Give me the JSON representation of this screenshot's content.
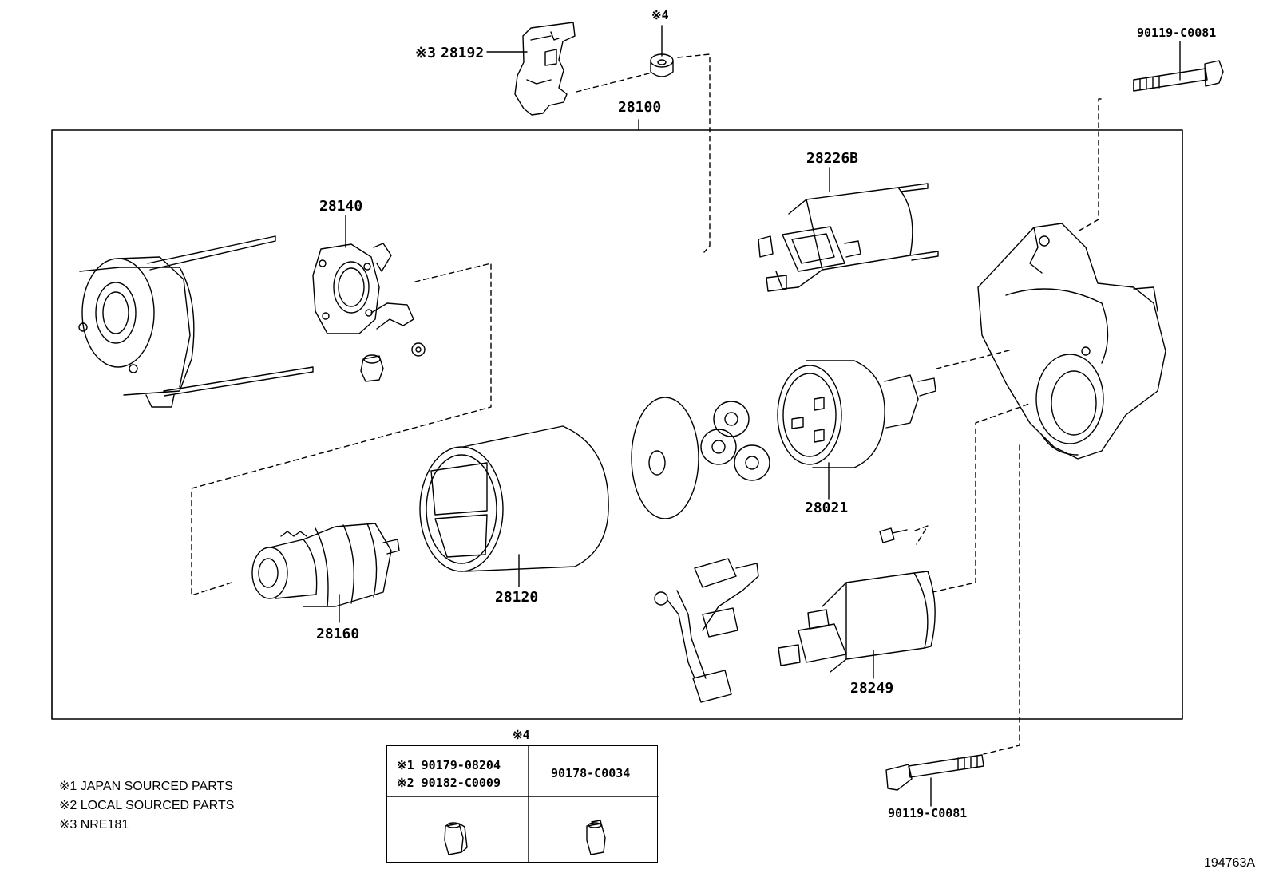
{
  "parts": {
    "p28192": "28192",
    "p28192_mark": "※3",
    "clip_mark": "※4",
    "p28100": "28100",
    "p90119_top": "90119-C0081",
    "p28226B": "28226B",
    "p28140": "28140",
    "p28021": "28021",
    "p28120": "28120",
    "p28160": "28160",
    "p28249": "28249",
    "p90119_bottom": "90119-C0081"
  },
  "legend_table": {
    "mark": "※4",
    "left_row1": "※1 90179-08204",
    "left_row2": "※2 90182-C0009",
    "right": "90178-C0034"
  },
  "notes": [
    "※1 JAPAN SOURCED PARTS",
    "※2 LOCAL SOURCED PARTS",
    "※3 NRE181"
  ],
  "figure_id": "194763A"
}
